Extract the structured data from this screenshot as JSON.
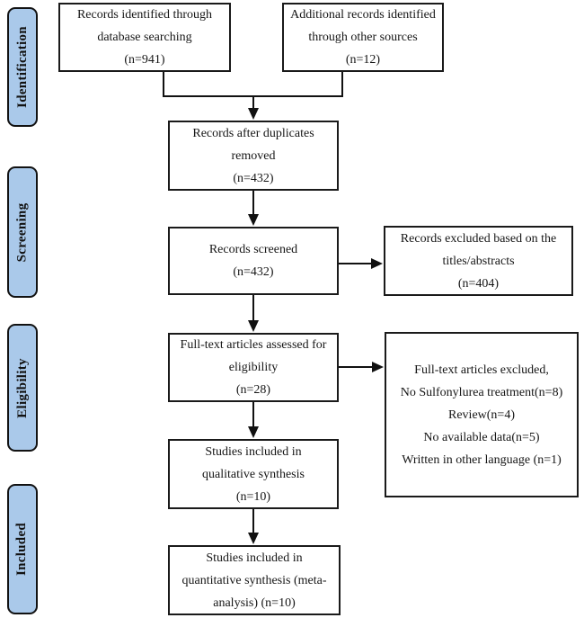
{
  "diagram": {
    "type": "prisma-flowchart",
    "stages": [
      {
        "id": "identification",
        "label": "Identification"
      },
      {
        "id": "screening",
        "label": "Screening"
      },
      {
        "id": "eligibility",
        "label": "Eligibility"
      },
      {
        "id": "included",
        "label": "Included"
      }
    ],
    "boxes": {
      "db": {
        "lines": [
          "Records identified through",
          "database searching",
          "(n=941)"
        ]
      },
      "other": {
        "lines": [
          "Additional records identified",
          "through other sources",
          "(n=12)"
        ]
      },
      "dup": {
        "lines": [
          "Records after duplicates",
          "removed",
          "(n=432)"
        ]
      },
      "screen": {
        "lines": [
          "Records screened",
          "(n=432)"
        ]
      },
      "excl1": {
        "lines": [
          "Records excluded based on the",
          "titles/abstracts",
          "(n=404)"
        ]
      },
      "elig": {
        "lines": [
          "Full-text articles assessed for",
          "eligibility",
          "(n=28)"
        ]
      },
      "excl2": {
        "lines": [
          "Full-text articles excluded,",
          "No Sulfonylurea treatment(n=8)",
          "Review(n=4)",
          "No available data(n=5)",
          "Written in other language (n=1)"
        ]
      },
      "qual": {
        "lines": [
          "Studies included in",
          "qualitative synthesis",
          "(n=10)"
        ]
      },
      "quant": {
        "lines": [
          "Studies included in",
          "quantitative synthesis (meta-",
          "analysis) (n=10)"
        ]
      }
    },
    "colors": {
      "stage_fill": "#aac9ea",
      "stage_border": "#121212",
      "box_border": "#1a1a1a",
      "connector": "#111111",
      "background": "#ffffff"
    }
  }
}
